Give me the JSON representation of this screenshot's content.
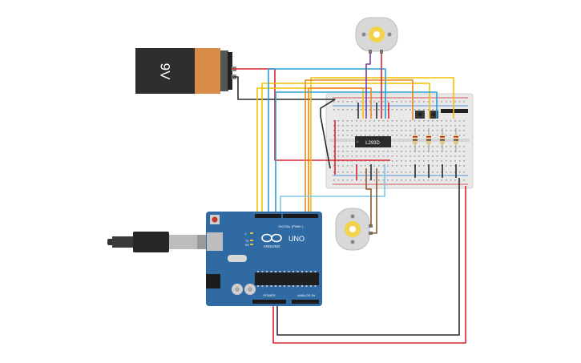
{
  "battery": {
    "label": "9V"
  },
  "ic": {
    "label": "L293D"
  },
  "arduino": {
    "brand": "ARDUINO",
    "model": "UNO",
    "digital_header": "DIGITAL (PWM~)",
    "power_header": "POWER",
    "analog_header": "ANALOG IN",
    "tx_label": "TX",
    "rx_label": "RX",
    "l_label": "L"
  },
  "colors": {
    "wire_red": "#d9262e",
    "wire_black": "#2b2b2b",
    "wire_yellow": "#f2c200",
    "wire_blue": "#2a9fd6",
    "wire_orange": "#e8861e",
    "wire_light_blue": "#7fc8e6",
    "wire_purple": "#7a3aa0",
    "wire_brown": "#8b5a2b",
    "board_blue": "#2f6aa3",
    "breadboard": "#e9e9e9",
    "battery_body": "#2e2e2e",
    "battery_label": "#d98c47",
    "motor_body": "#d8d8d8",
    "motor_hub": "#f2d34b"
  },
  "components": {
    "battery": "9V battery",
    "motor_top": "DC motor",
    "motor_bottom": "DC motor",
    "breadboard": "breadboard",
    "driver": "L293D motor driver",
    "buttons": "push buttons",
    "resistors": "resistors",
    "mcu": "Arduino Uno",
    "usb": "USB cable"
  }
}
